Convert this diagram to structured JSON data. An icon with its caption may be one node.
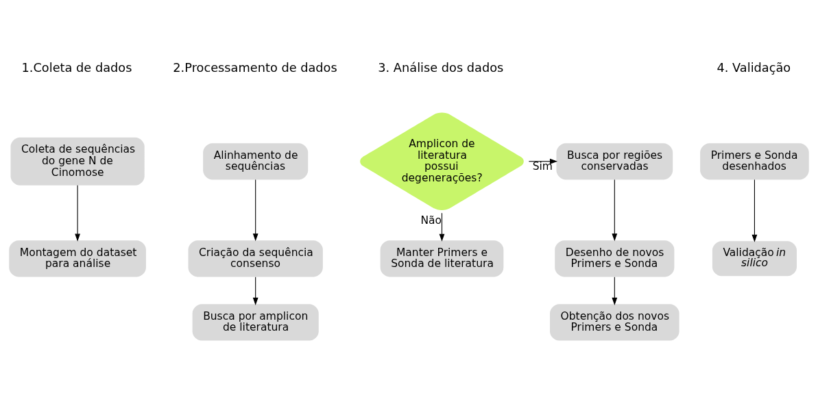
{
  "diagram": {
    "nodes": [
      {
        "text": [
          "Coleta de sequências do gene N de Cinomose"
        ]
      },
      {
        "text": [
          "Montagem do dataset para análise"
        ]
      },
      {
        "text": [
          "Alinhamento de sequências"
        ]
      },
      {
        "text": [
          "Criação da sequência consenso"
        ]
      },
      {
        "text": [
          "Busca por amplicon de literatura"
        ]
      },
      {
        "text": [
          "Amplicon de literatura possui degenerações?"
        ]
      },
      {
        "text": [
          "Busca por regiões conservadas"
        ]
      },
      {
        "text": [
          "Desenho de novos Primers e Sonda"
        ]
      },
      {
        "text": [
          "Obtenção dos novos Primers e Sonda"
        ]
      },
      {
        "text": [
          "Manter Primers e Sonda de literatura"
        ]
      },
      {
        "text": [
          "Primers e Sonda desenhados"
        ]
      },
      {
        "text": [
          "Validação *in silico*"
        ]
      }
    ],
    "edges": [
      {
        "from": 0,
        "to": 1,
        "arrow": "to"
      },
      {
        "from": 2,
        "to": 3,
        "arrow": "to"
      },
      {
        "from": 3,
        "to": 4,
        "arrow": "to"
      },
      {
        "from": 5,
        "to": 6,
        "arrow": "to",
        "label": "Sim"
      },
      {
        "from": 6,
        "to": 7,
        "arrow": "to"
      },
      {
        "from": 7,
        "to": 8,
        "arrow": "to"
      },
      {
        "from": 5,
        "to": 9,
        "arrow": "to",
        "label": "Não"
      },
      {
        "from": 10,
        "to": 11,
        "arrow": "to"
      }
    ],
    "labels": [
      "1.Coleta de dados",
      "2.Processamento de dados",
      "3. Análise dos dados",
      "4. Validação"
    ]
  }
}
